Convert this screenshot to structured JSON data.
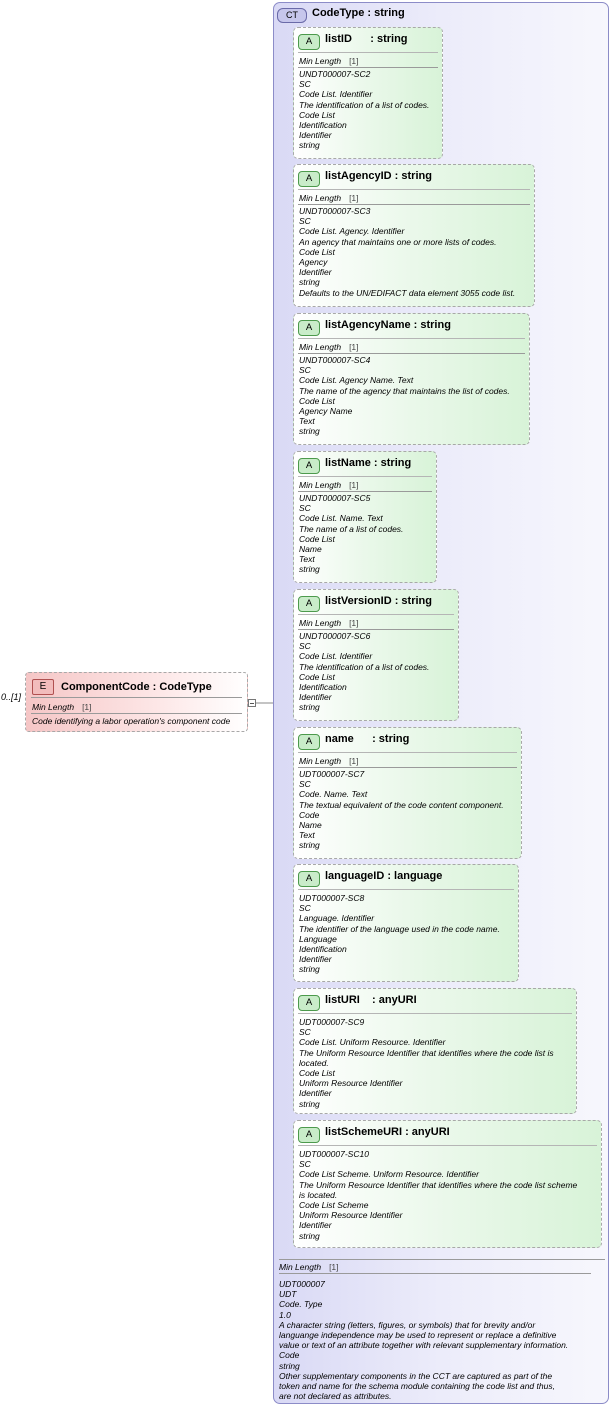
{
  "element": {
    "badge": "E",
    "title": "ComponentCode : CodeType",
    "facet_label": "Min Length",
    "facet_value": "[1]",
    "doc": "Code identifying a labor operation's component code",
    "multiplicity": "0..[1]"
  },
  "complex_type": {
    "badge": "CT",
    "title": "CodeType : string",
    "attributes": [
      {
        "badge": "A",
        "title": "listID      : string",
        "facet_label": "Min Length",
        "facet_value": "[1]",
        "doc": [
          "UNDT000007-SC2",
          "SC",
          "Code List. Identifier",
          "The identification of a list of codes.",
          "Code List",
          "Identification",
          "Identifier",
          "string"
        ]
      },
      {
        "badge": "A",
        "title": "listAgencyID : string",
        "facet_label": "Min Length",
        "facet_value": "[1]",
        "doc": [
          "UNDT000007-SC3",
          "SC",
          "Code List. Agency. Identifier",
          "An agency that maintains one or more lists of codes.",
          "Code List",
          "Agency",
          "Identifier",
          "string",
          "Defaults to the UN/EDIFACT data element 3055 code list."
        ]
      },
      {
        "badge": "A",
        "title": "listAgencyName : string",
        "facet_label": "Min Length",
        "facet_value": "[1]",
        "doc": [
          "UNDT000007-SC4",
          "SC",
          "Code List. Agency Name. Text",
          "The name of the agency that maintains the list of codes.",
          "Code List",
          "Agency Name",
          "Text",
          "string"
        ]
      },
      {
        "badge": "A",
        "title": "listName : string",
        "facet_label": "Min Length",
        "facet_value": "[1]",
        "doc": [
          "UNDT000007-SC5",
          "SC",
          "Code List. Name. Text",
          "The name of a list of codes.",
          "Code List",
          "Name",
          "Text",
          "string"
        ]
      },
      {
        "badge": "A",
        "title": "listVersionID : string",
        "facet_label": "Min Length",
        "facet_value": "[1]",
        "doc": [
          "UNDT000007-SC6",
          "SC",
          "Code List. Identifier",
          "The identification of a list of codes.",
          "Code List",
          "Identification",
          "Identifier",
          "string"
        ]
      },
      {
        "badge": "A",
        "title": "name      : string",
        "facet_label": "Min Length",
        "facet_value": "[1]",
        "doc": [
          "UDT000007-SC7",
          "SC",
          "Code. Name. Text",
          "The textual equivalent of the code content component.",
          "Code",
          "Name",
          "Text",
          "string"
        ]
      },
      {
        "badge": "A",
        "title": "languageID : language",
        "facet_label": "",
        "facet_value": "",
        "doc": [
          "UDT000007-SC8",
          "SC",
          "Language. Identifier",
          "The identifier of the language used in the code name.",
          "Language",
          "Identification",
          "Identifier",
          "string"
        ]
      },
      {
        "badge": "A",
        "title": "listURI    : anyURI",
        "facet_label": "",
        "facet_value": "",
        "doc": [
          "UDT000007-SC9",
          "SC",
          "Code List. Uniform Resource. Identifier",
          "The Uniform Resource Identifier that identifies where the code list is",
          "located.",
          "Code List",
          "Uniform Resource Identifier",
          "Identifier",
          "string"
        ]
      },
      {
        "badge": "A",
        "title": "listSchemeURI : anyURI",
        "facet_label": "",
        "facet_value": "",
        "doc": [
          "UDT000007-SC10",
          "SC",
          "Code List Scheme. Uniform Resource. Identifier",
          "The Uniform Resource Identifier that identifies where the code list scheme",
          "is located.",
          "Code List Scheme",
          "Uniform Resource Identifier",
          "Identifier",
          "string"
        ]
      }
    ],
    "footer": {
      "facet_label": "Min Length",
      "facet_value": "[1]",
      "doc": [
        "UDT000007",
        "UDT",
        "Code. Type",
        "1.0",
        "A character string (letters, figures, or symbols) that for brevity and/or",
        "languange independence may be used to represent or replace a definitive",
        "value or text of an attribute together with relevant supplementary information.",
        "Code",
        "string",
        "Other supplementary components in the CCT are captured as part of the",
        "token and name for the schema module containing the code list and thus,",
        "are not declared as attributes."
      ]
    }
  }
}
